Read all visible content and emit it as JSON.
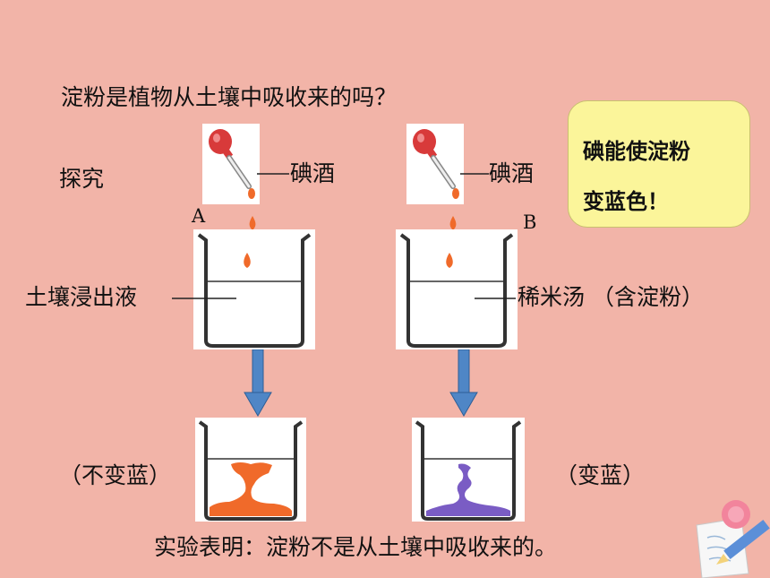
{
  "question": "淀粉是植物从土壤中吸收来的吗？",
  "explore_label": "探究",
  "iodine_label_left": "碘酒",
  "iodine_label_right": "碘酒",
  "beaker_a_letter": "A",
  "beaker_b_letter": "B",
  "soil_label": "土壤浸出液",
  "rice_label": "稀米汤 （含淀粉）",
  "result_a": "（不变蓝）",
  "result_b": "（变蓝）",
  "note": {
    "line1": "碘能使淀粉",
    "line2": "变蓝色！"
  },
  "conclusion": "实验表明：淀粉不是从土壤中吸收来的。",
  "colors": {
    "background": "#f2b4a8",
    "note_bg": "#fbf59a",
    "arrow": "#4f86c6",
    "orange": "#f06a2a",
    "purple": "#7a5cc4"
  }
}
